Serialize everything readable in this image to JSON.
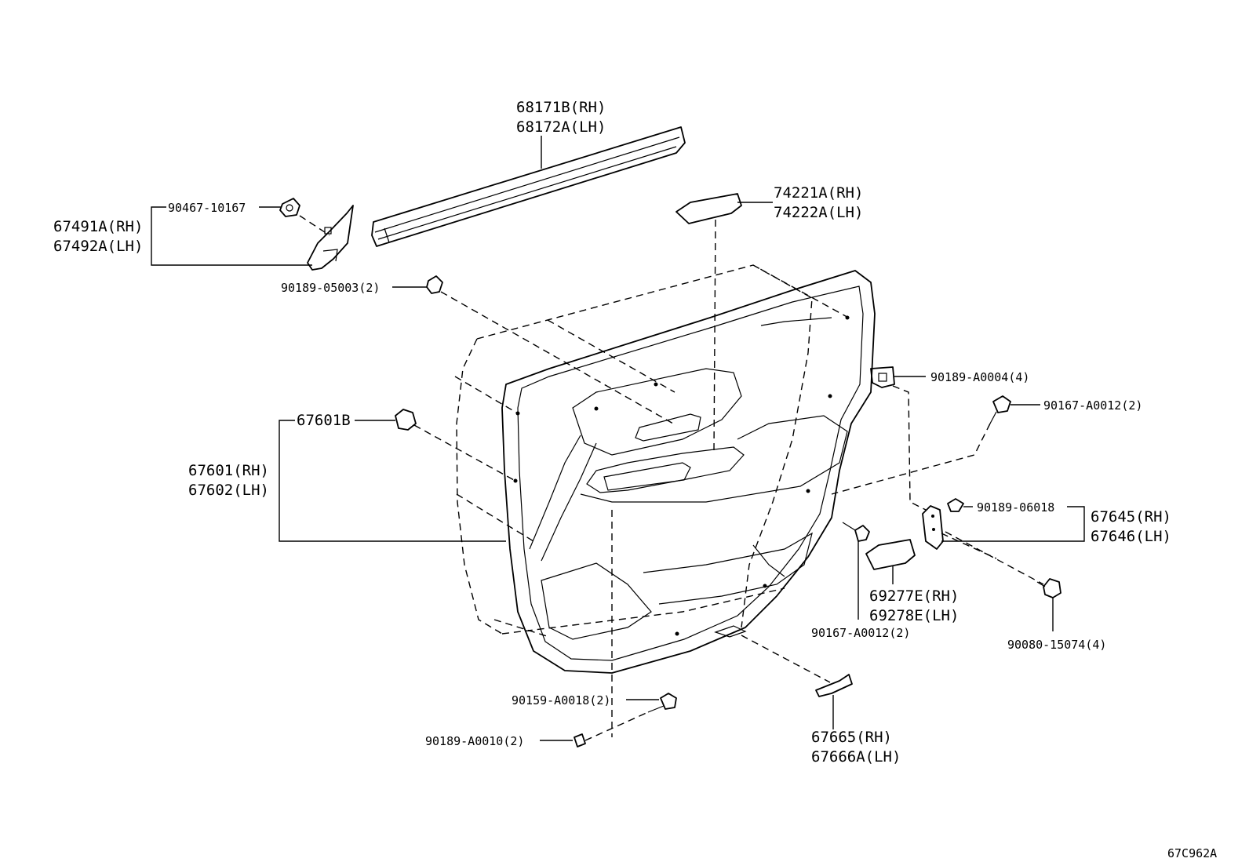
{
  "diagram_code": "67C962A",
  "labels": {
    "weatherstrip": [
      "68171B(RH)",
      "68172A(LH)"
    ],
    "switch_bezel": [
      "74221A(RH)",
      "74222A(LH)"
    ],
    "clip_90467": "90467-10167",
    "corner_cover": [
      "67491A(RH)",
      "67492A(LH)"
    ],
    "clip_90189_05003": "90189-05003(2)",
    "clip_67601b": "67601B",
    "door_trim": [
      "67601(RH)",
      "67602(LH)"
    ],
    "nut_90189_a0004": "90189-A0004(4)",
    "screw_90167_top": "90167-A0012(2)",
    "nut_90189_06018": "90189-06018",
    "bracket": [
      "67645(RH)",
      "67646(LH)"
    ],
    "screw_90167_mid": "90167-A0012(2)",
    "cover": [
      "69277E(RH)",
      "69278E(LH)"
    ],
    "screw_90080": "90080-15074(4)",
    "screw_90159": "90159-A0018(2)",
    "nut_90189_a0010": "90189-A0010(2)",
    "hole_cover": [
      "67665(RH)",
      "67666A(LH)"
    ]
  }
}
